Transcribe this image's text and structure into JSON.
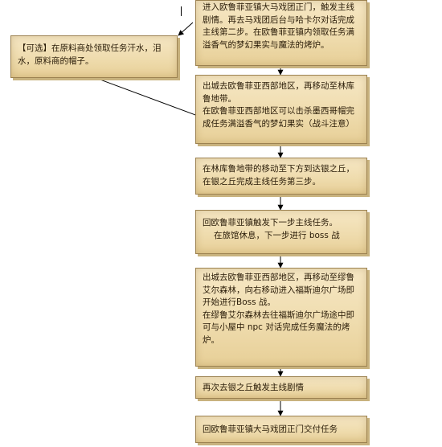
{
  "colors": {
    "place": "#1b2a8c",
    "npc": "#13a91a",
    "quest": "#9b1aa8",
    "warn": "#d01010",
    "enemy": "#ffcf5a",
    "parchment": "#efdcae",
    "border": "#9c8251"
  },
  "optional": {
    "lines": [
      [
        {
          "t": "【可选】在原料商处领取任务"
        },
        {
          "t": "汗水，泪",
          "c": "quest"
        }
      ],
      [
        {
          "t": "水，原料商的帽子",
          "c": "quest"
        },
        {
          "t": "。"
        }
      ]
    ]
  },
  "steps": [
    {
      "id": "step-1",
      "lines": [
        [
          {
            "t": "进入"
          },
          {
            "t": "欧鲁菲亚镇大马戏团正门",
            "c": "place"
          },
          {
            "t": "，触发主线"
          }
        ],
        [
          {
            "t": "剧情。再去"
          },
          {
            "t": "马戏团后台",
            "c": "place"
          },
          {
            "t": "与"
          },
          {
            "t": "哈卡尔",
            "c": "npc"
          },
          {
            "t": "对话完成"
          }
        ],
        [
          {
            "t": "主线第二步。在"
          },
          {
            "t": "欧鲁菲亚镇",
            "c": "place"
          },
          {
            "t": "内领取任务"
          },
          {
            "t": "满",
            "c": "quest"
          }
        ],
        [
          {
            "t": "溢香气的梦幻果实",
            "c": "quest"
          },
          {
            "t": "与"
          },
          {
            "t": "魔法的烤炉",
            "c": "quest"
          },
          {
            "t": "。"
          }
        ]
      ]
    },
    {
      "id": "step-2",
      "lines": [
        [
          {
            "t": "出城去"
          },
          {
            "t": "欧鲁菲亚西部地区",
            "c": "place"
          },
          {
            "t": "，再移动至"
          },
          {
            "t": "林库",
            "c": "place"
          }
        ],
        [
          {
            "t": "鲁地带",
            "c": "place"
          },
          {
            "t": "。"
          }
        ],
        [
          {
            "t": "在"
          },
          {
            "t": "欧鲁菲亚西部地区",
            "c": "place"
          },
          {
            "t": "可以击杀"
          },
          {
            "t": "墨西哥帽",
            "c": "enemy"
          },
          {
            "t": "完"
          }
        ],
        [
          {
            "t": "成任务"
          },
          {
            "t": "满溢香气的梦幻果实",
            "c": "quest"
          },
          {
            "t": "（"
          },
          {
            "t": "战斗注意",
            "c": "warn"
          },
          {
            "t": "）"
          }
        ]
      ]
    },
    {
      "id": "step-3",
      "lines": [
        [
          {
            "t": "在"
          },
          {
            "t": "林库鲁地带",
            "c": "place"
          },
          {
            "t": "的移动至下方到达"
          },
          {
            "t": "银之丘",
            "c": "place"
          },
          {
            "t": "，"
          }
        ],
        [
          {
            "t": "在"
          },
          {
            "t": "银之丘",
            "c": "place"
          },
          {
            "t": "完成主线任务第三步。"
          }
        ]
      ]
    },
    {
      "id": "step-4",
      "lines": [
        [
          {
            "t": "回"
          },
          {
            "t": "欧鲁菲亚镇",
            "c": "place"
          },
          {
            "t": "触发下一步主线任务。"
          }
        ],
        [
          {
            "t": "在旅馆休息，下一步"
          },
          {
            "t": "进行 boss 战",
            "c": "warn"
          }
        ]
      ]
    },
    {
      "id": "step-5",
      "lines": [
        [
          {
            "t": "出城去"
          },
          {
            "t": "欧鲁菲亚西部地区",
            "c": "place"
          },
          {
            "t": "，再移动至"
          },
          {
            "t": "缪鲁",
            "c": "place"
          }
        ],
        [
          {
            "t": "艾尔森林",
            "c": "place"
          },
          {
            "t": "，向右移动进入"
          },
          {
            "t": "福斯迪尔广场",
            "c": "place"
          },
          {
            "t": "即"
          }
        ],
        [
          {
            "t": "开始进行"
          },
          {
            "t": "Boss 战",
            "c": "warn"
          },
          {
            "t": "。"
          }
        ],
        [
          {
            "t": "在"
          },
          {
            "t": "缪鲁艾尔森林",
            "c": "place"
          },
          {
            "t": "去往"
          },
          {
            "t": "福斯迪尔广场",
            "c": "place"
          },
          {
            "t": "途中即"
          }
        ],
        [
          {
            "t": "可与小屋中 npc 对话完成任务"
          },
          {
            "t": "魔法的烤",
            "c": "quest"
          }
        ],
        [
          {
            "t": "炉",
            "c": "quest"
          },
          {
            "t": "。"
          }
        ]
      ]
    },
    {
      "id": "step-6",
      "lines": [
        [
          {
            "t": "再次去"
          },
          {
            "t": "银之丘",
            "c": "place"
          },
          {
            "t": "触发主线剧情"
          }
        ]
      ]
    },
    {
      "id": "step-7",
      "lines": [
        [
          {
            "t": "回"
          },
          {
            "t": "欧鲁菲亚镇大马戏团正门",
            "c": "place"
          },
          {
            "t": "交付任务"
          }
        ]
      ]
    }
  ]
}
